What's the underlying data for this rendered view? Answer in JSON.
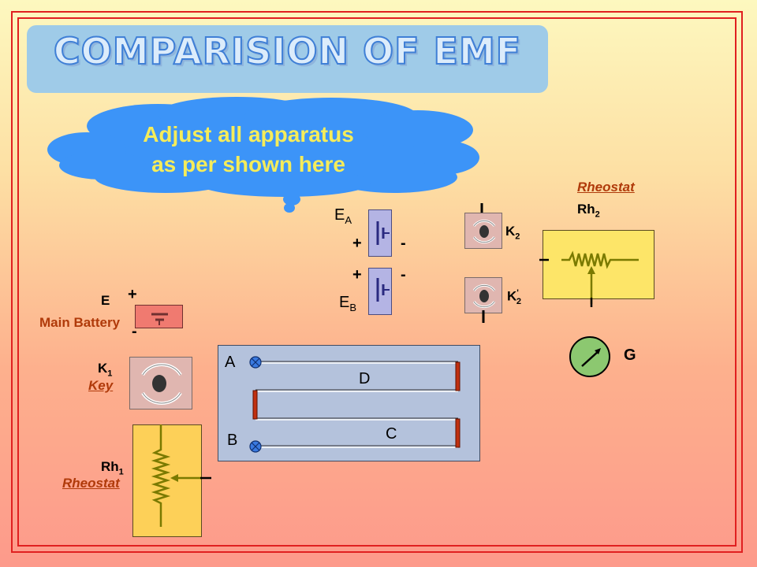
{
  "title": "COMPARISION OF EMF",
  "callout": {
    "line1": "Adjust all apparatus",
    "line2": "as per shown here"
  },
  "cell_a": {
    "label": "E",
    "sub": "A",
    "plus": "+",
    "minus": "-"
  },
  "cell_b": {
    "label": "E",
    "sub": "B",
    "plus": "+",
    "minus": "-"
  },
  "key2": {
    "label": "K",
    "sub": "2"
  },
  "key2p": {
    "label": "K",
    "sup": "'",
    "sub": "2"
  },
  "rheostat2": {
    "caption": "Rheostat",
    "label": "Rh",
    "sub": "2"
  },
  "galvanometer": {
    "label": "G"
  },
  "main_battery": {
    "label": "E",
    "plus": "+",
    "minus": "-",
    "caption": "Main Battery"
  },
  "key1": {
    "label": "K",
    "sub": "1",
    "caption": "Key"
  },
  "rheostat1": {
    "label": "Rh",
    "sub": "1",
    "caption": "Rheostat"
  },
  "potentiometer": {
    "a": "A",
    "b": "B",
    "c": "C",
    "d": "D"
  },
  "colors": {
    "frame": "#e02020",
    "title_fill": "#9fcbe8",
    "cloud": "#3c94f8",
    "callout_text": "#f5ec5a",
    "caption_red": "#b03a0a",
    "wire": "#7a7a00",
    "galvanometer": "#8cc870"
  }
}
